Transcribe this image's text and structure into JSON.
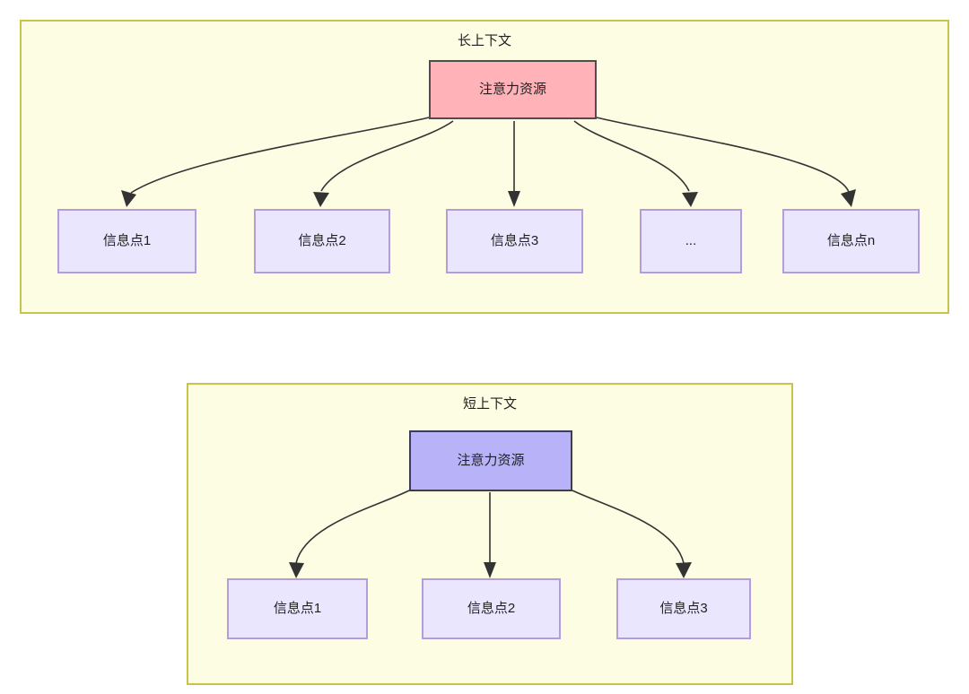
{
  "diagram": {
    "type": "flowchart",
    "background_color": "#ffffff",
    "groups": [
      {
        "id": "long-context",
        "title": "长上下文",
        "fill_color": "#fdfde4",
        "border_color": "#c8c44a",
        "root": {
          "label": "注意力资源",
          "fill_color": "#ffb3b9",
          "border_color": "#4d4d4d"
        },
        "children": [
          {
            "label": "信息点1",
            "fill_color": "#e9e6fd",
            "border_color": "#b39ddb"
          },
          {
            "label": "信息点2",
            "fill_color": "#e9e6fd",
            "border_color": "#b39ddb"
          },
          {
            "label": "信息点3",
            "fill_color": "#e9e6fd",
            "border_color": "#b39ddb"
          },
          {
            "label": "...",
            "fill_color": "#e9e6fd",
            "border_color": "#b39ddb"
          },
          {
            "label": "信息点n",
            "fill_color": "#e9e6fd",
            "border_color": "#b39ddb"
          }
        ]
      },
      {
        "id": "short-context",
        "title": "短上下文",
        "fill_color": "#fdfde4",
        "border_color": "#c8c44a",
        "root": {
          "label": "注意力资源",
          "fill_color": "#b8b3f8",
          "border_color": "#3d3d4f"
        },
        "children": [
          {
            "label": "信息点1",
            "fill_color": "#e9e6fd",
            "border_color": "#b39ddb"
          },
          {
            "label": "信息点2",
            "fill_color": "#e9e6fd",
            "border_color": "#b39ddb"
          },
          {
            "label": "信息点3",
            "fill_color": "#e9e6fd",
            "border_color": "#b39ddb"
          }
        ]
      }
    ],
    "edge_color": "#333333"
  }
}
